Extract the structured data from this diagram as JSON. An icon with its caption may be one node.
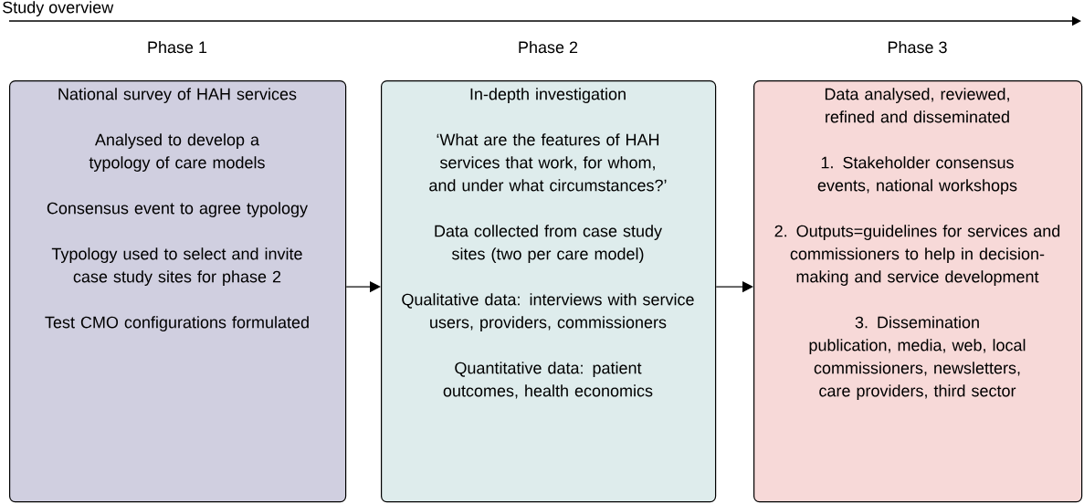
{
  "diagram": {
    "title": "Study overview",
    "nodes": [
      {
        "text": [
          "Phase 1",
          "National survey of HAH services",
          "Analysed to develop a typology of care models",
          "Consensus event to agree typology",
          "Typology used to select and invite case study sites for phase 2",
          "Test CMO configurations formulated"
        ]
      },
      {
        "text": [
          "Phase 2",
          "In-depth investigation",
          "‘What are the features of HAH services that work, for whom, and under what circumstances?’",
          "Data collected from case study sites (two per care model)",
          "Qualitative data: interviews with service users, providers, commissioners",
          "Quantitative data: patient outcomes, health economics"
        ]
      },
      {
        "text": [
          "Phase 3",
          "Data analysed, reviewed, refined and disseminated",
          "1. Stakeholder consensus events, national workshops",
          "2. Outputs=guidelines for services and commissioners to help in decision-making and service development",
          "3. Dissemination",
          "publication, media, web, local commissioners, newsletters, care providers, third sector"
        ]
      }
    ],
    "edges": [
      {
        "from": 0,
        "to": 1,
        "arrow": "to"
      },
      {
        "from": 1,
        "to": 2,
        "arrow": "to"
      }
    ]
  }
}
